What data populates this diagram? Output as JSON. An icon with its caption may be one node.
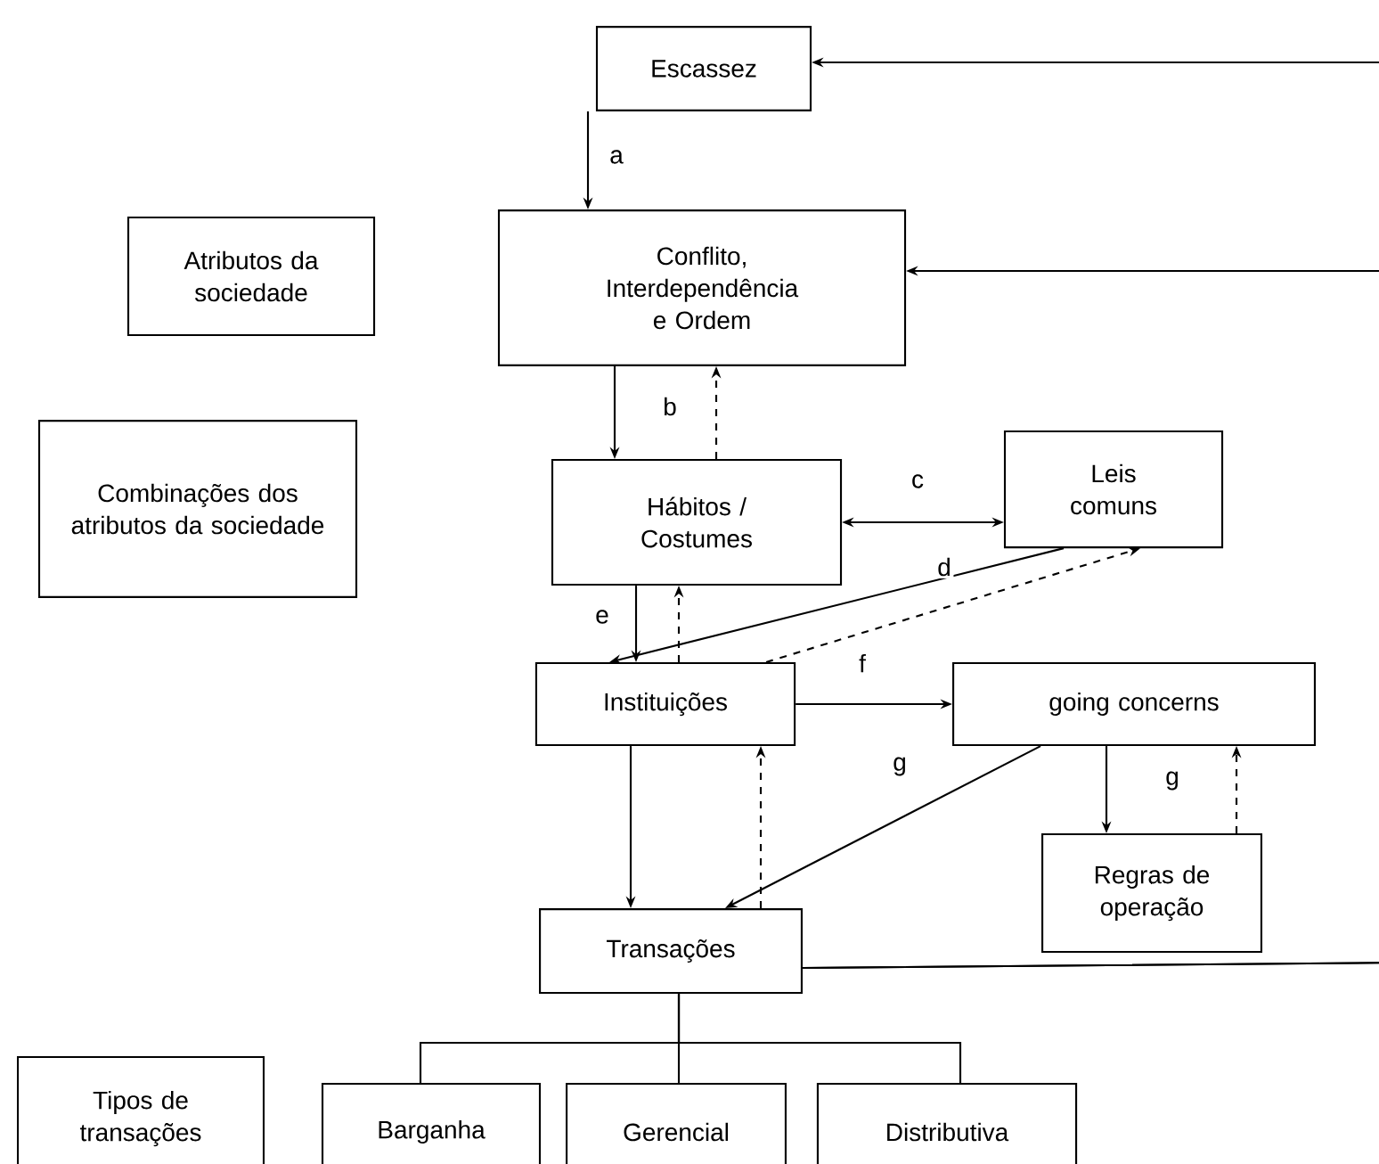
{
  "diagram": {
    "nodes": [
      {
        "text": [
          "Escassez"
        ]
      },
      {
        "text": [
          "Conflito, Interdependência e Ordem"
        ]
      },
      {
        "text": [
          "Atributos da sociedade"
        ]
      },
      {
        "text": [
          "Combinações dos atributos da sociedade"
        ]
      },
      {
        "text": [
          "Hábitos / Costumes"
        ]
      },
      {
        "text": [
          "Leis comuns"
        ]
      },
      {
        "text": [
          "Instituições"
        ]
      },
      {
        "text": [
          "going concerns"
        ]
      },
      {
        "text": [
          "Regras de operação"
        ]
      },
      {
        "text": [
          "Transações"
        ]
      },
      {
        "text": [
          "Tipos de transações"
        ]
      },
      {
        "text": [
          "Barganha"
        ]
      },
      {
        "text": [
          "Gerencial"
        ]
      },
      {
        "text": [
          "Distributiva"
        ]
      }
    ],
    "edges": [
      {
        "from": 0,
        "to": 1,
        "arrow": "to",
        "label": "a"
      },
      {
        "from": 1,
        "to": 4,
        "arrow": "to",
        "label": "b"
      },
      {
        "from": 4,
        "to": 1,
        "arrow": "to",
        "style": "dashed"
      },
      {
        "from": 4,
        "to": 5,
        "arrow": "both",
        "label": "c"
      },
      {
        "from": 5,
        "to": 6,
        "arrow": "to",
        "label": "d"
      },
      {
        "from": 6,
        "to": 5,
        "arrow": "to",
        "style": "dashed"
      },
      {
        "from": 4,
        "to": 6,
        "arrow": "to",
        "label": "e"
      },
      {
        "from": 6,
        "to": 4,
        "arrow": "to",
        "style": "dashed"
      },
      {
        "from": 6,
        "to": 7,
        "arrow": "to",
        "label": "f"
      },
      {
        "from": 6,
        "to": 9,
        "arrow": "to"
      },
      {
        "from": 9,
        "to": 6,
        "arrow": "to",
        "style": "dashed"
      },
      {
        "from": 7,
        "to": 9,
        "arrow": "to",
        "label": "g"
      },
      {
        "from": 7,
        "to": 8,
        "arrow": "to",
        "label": "g"
      },
      {
        "from": 8,
        "to": 7,
        "arrow": "to",
        "style": "dashed"
      },
      {
        "from": 9,
        "to": 0,
        "arrow": "to"
      },
      {
        "from": 9,
        "to": 1,
        "arrow": "to"
      },
      {
        "from": 9,
        "to": 11,
        "arrow": "none"
      },
      {
        "from": 9,
        "to": 12,
        "arrow": "none"
      },
      {
        "from": 9,
        "to": 13,
        "arrow": "none"
      }
    ]
  }
}
